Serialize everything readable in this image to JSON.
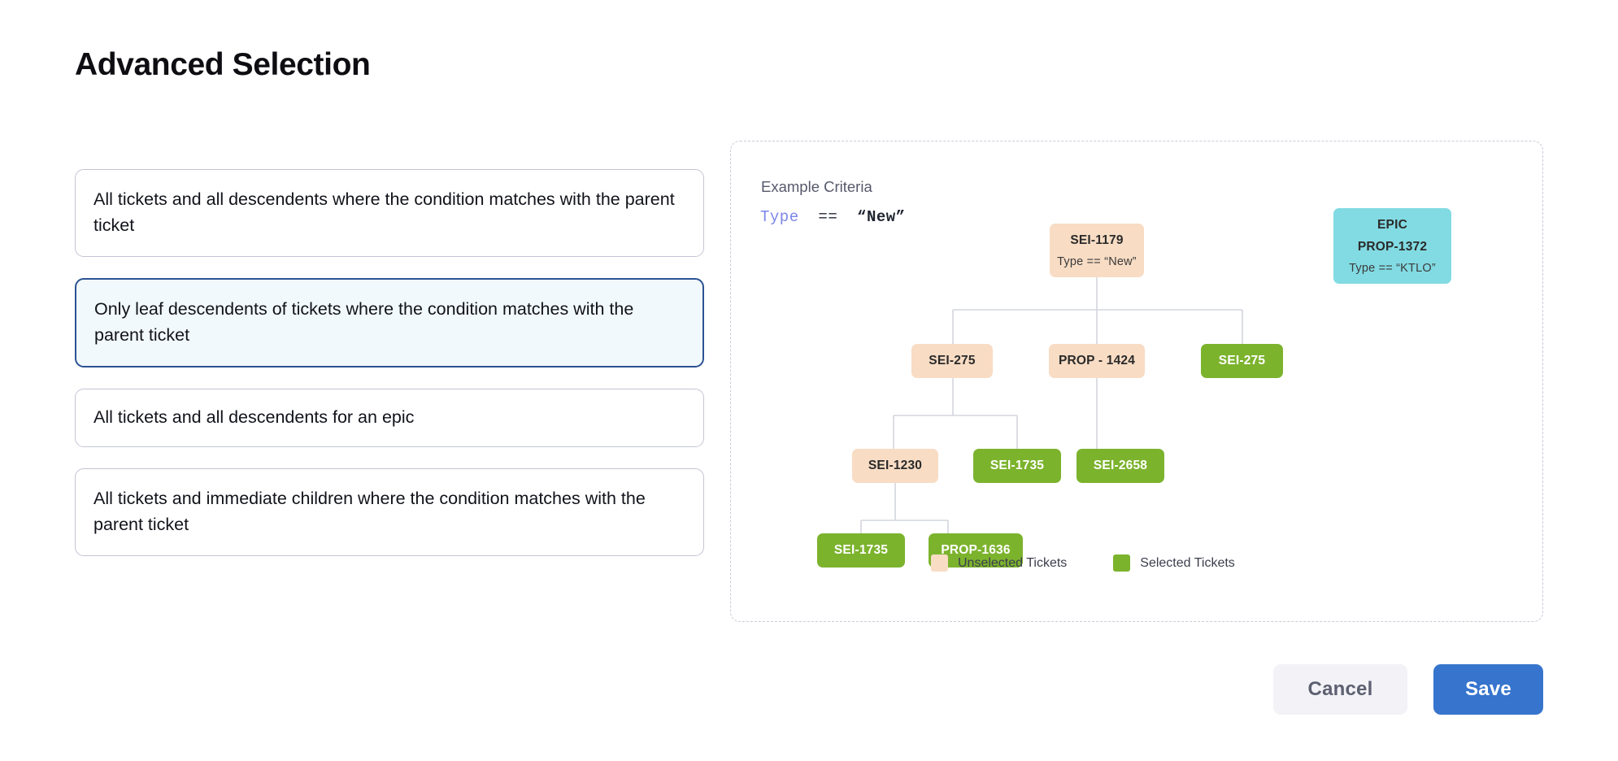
{
  "page": {
    "title": "Advanced Selection"
  },
  "options": [
    {
      "label": "All tickets and all descendents where the condition matches with the parent ticket",
      "selected": false,
      "lines": 2
    },
    {
      "label": "Only leaf descendents of tickets where the condition matches with the parent ticket",
      "selected": true,
      "lines": 2
    },
    {
      "label": "All tickets and all descendents for an epic",
      "selected": false,
      "lines": 1
    },
    {
      "label": "All tickets and immediate children where the condition matches with the parent ticket",
      "selected": false,
      "lines": 2
    }
  ],
  "diagram": {
    "criteria_label": "Example Criteria",
    "criteria_field": "Type",
    "criteria_operator": "==",
    "criteria_value": "“New”",
    "nodes": [
      {
        "id": "root",
        "title": "SEI-1179",
        "sub": "Type == “New”",
        "state": "unselected"
      },
      {
        "id": "epic",
        "title": "EPIC",
        "sub2": "PROP-1372",
        "sub": "Type == “KTLO”",
        "state": "epic"
      },
      {
        "id": "sei275a",
        "title": "SEI-275",
        "state": "unselected"
      },
      {
        "id": "prop1424",
        "title": "PROP - 1424",
        "state": "unselected"
      },
      {
        "id": "sei275b",
        "title": "SEI-275",
        "state": "selected"
      },
      {
        "id": "sei1230",
        "title": "SEI-1230",
        "state": "unselected"
      },
      {
        "id": "sei1735a",
        "title": "SEI-1735",
        "state": "selected"
      },
      {
        "id": "sei2658",
        "title": "SEI-2658",
        "state": "selected"
      },
      {
        "id": "sei1735b",
        "title": "SEI-1735",
        "state": "selected"
      },
      {
        "id": "prop1636",
        "title": "PROP-1636",
        "state": "selected"
      }
    ],
    "legend": [
      {
        "label": "Unselected Tickets",
        "color": "#f8dcc4"
      },
      {
        "label": "Selected Tickets",
        "color": "#7cb32d"
      }
    ]
  },
  "footer": {
    "cancel_label": "Cancel",
    "save_label": "Save"
  },
  "colors": {
    "accent": "#3674cd",
    "selected_card_border": "#2c5293",
    "selected_card_bg": "#f2f9fc",
    "unselected_node": "#f8dcc4",
    "selected_node": "#7cb32d",
    "epic_node": "#82dbe3",
    "criteria_keyword": "#7b86e8"
  }
}
